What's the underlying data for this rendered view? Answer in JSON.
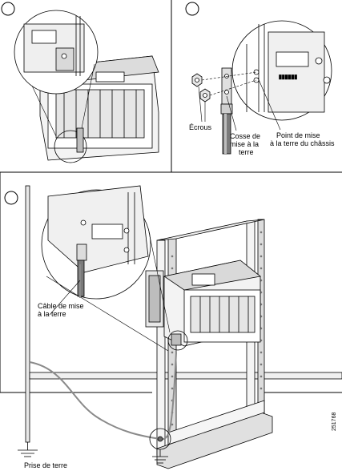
{
  "panels": [
    {
      "id": "1"
    },
    {
      "id": "2"
    },
    {
      "id": "3"
    }
  ],
  "labels": {
    "ecrous": "Écrous",
    "cosse_line1": "Cosse de",
    "cosse_line2": "mise à la",
    "cosse_line3": "terre",
    "point_line1": "Point de mise",
    "point_line2": "à la terre du châssis",
    "cable_line1": "Câble de mise",
    "cable_line2": "à la terre",
    "prise": "Prise de terre",
    "figure_id": "251768"
  },
  "colors": {
    "stroke": "#000000",
    "fill_light": "#e8e8e8",
    "fill_mid": "#bdbdbd",
    "fill_dark": "#6b6b6b"
  }
}
